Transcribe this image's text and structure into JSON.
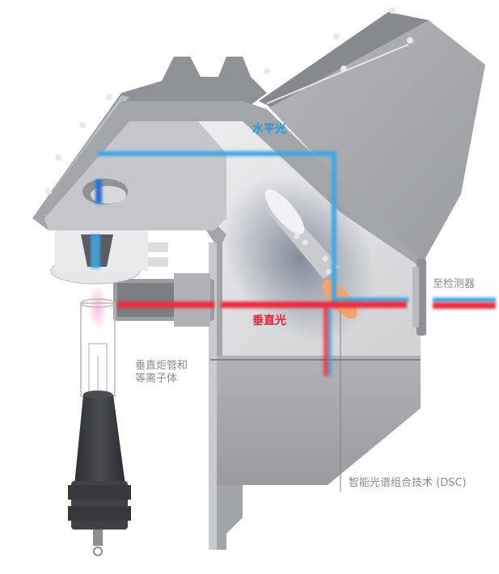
{
  "diagram": {
    "labels": {
      "horizontal_light": "水平光",
      "vertical_light": "垂直光",
      "to_detector": "至检测器",
      "torch_line1": "垂直炬管和",
      "torch_line2": "等离子体",
      "dsc": "智能光谱组合技术 (DSC)"
    },
    "colors": {
      "horizontal_beam": "#3aa8e6",
      "vertical_beam": "#ef2b3e",
      "housing_light": "#d9dadc",
      "housing_mid": "#a9abae",
      "housing_dark": "#7d8084",
      "torch_body": "#3a3c3f",
      "mirror_orange": "#f0a66a",
      "label_gray": "#8a8a8a"
    }
  }
}
